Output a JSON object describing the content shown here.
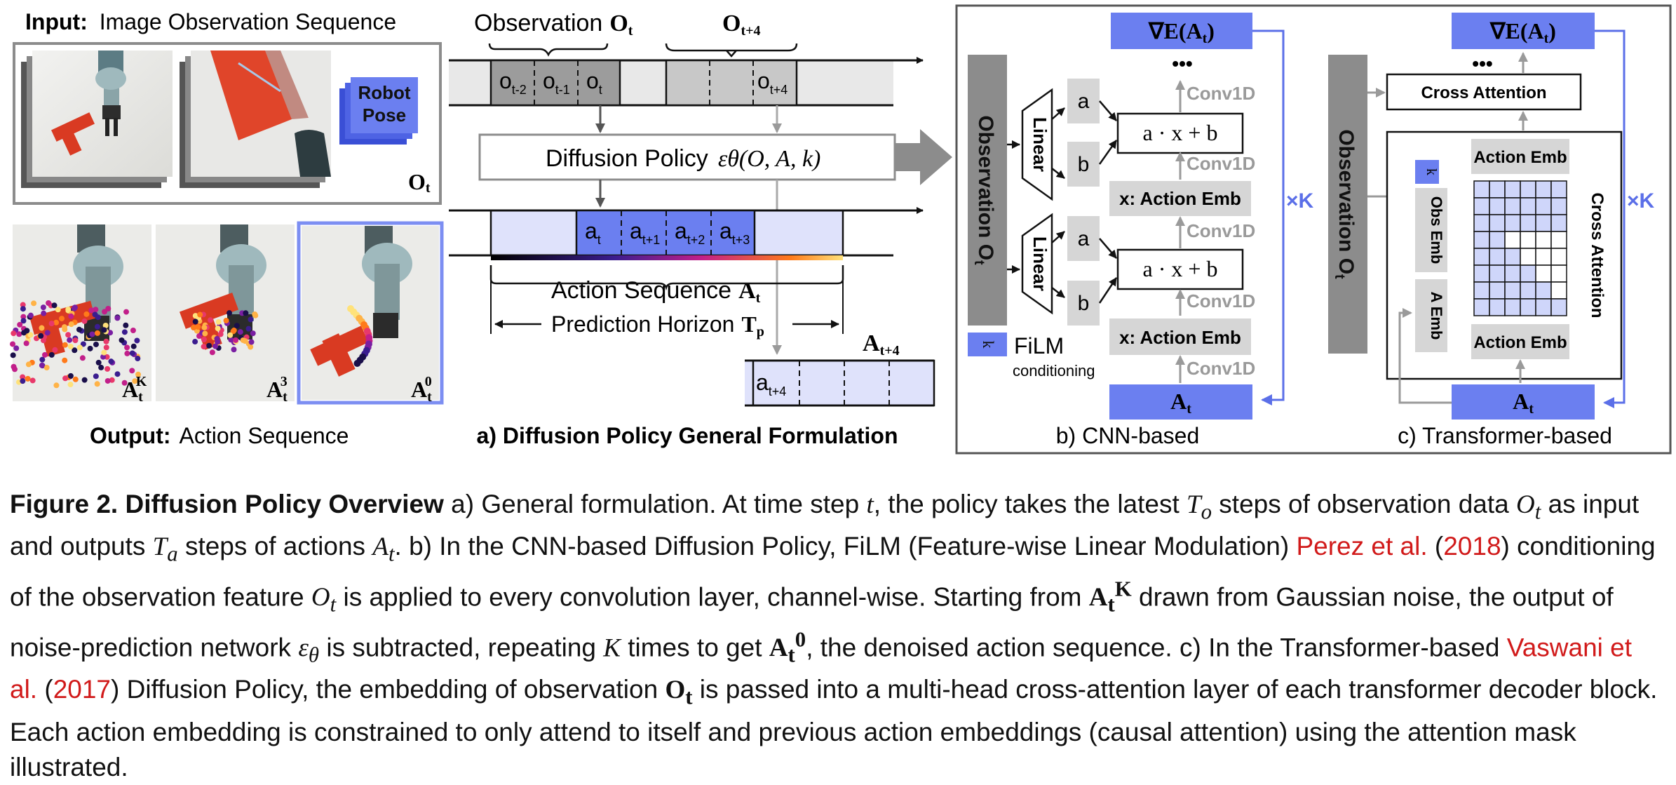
{
  "left": {
    "input_label_bold": "Input:",
    "input_label_rest": "Image Observation Sequence",
    "robot_pose": [
      "Robot",
      "Pose"
    ],
    "obs_symbol": "O",
    "obs_sub": "t",
    "output_label_bold": "Output:",
    "output_label_rest": "Action Sequence",
    "noise_labels": [
      {
        "base": "A",
        "sub": "t",
        "sup": "K"
      },
      {
        "base": "A",
        "sub": "t",
        "sup": "3"
      },
      {
        "base": "A",
        "sub": "t",
        "sup": "0"
      }
    ]
  },
  "panel_a": {
    "observation_label": "Observation",
    "obs_sym": "O",
    "obs_sub": "t",
    "obs_future_sub": "t+4",
    "obs_cells": [
      {
        "base": "o",
        "sub": "t-2"
      },
      {
        "base": "o",
        "sub": "t-1"
      },
      {
        "base": "o",
        "sub": "t"
      }
    ],
    "obs_future_cell": {
      "base": "o",
      "sub": "t+4"
    },
    "policy_label": "Diffusion Policy",
    "policy_formula": "εθ(O, A, k)",
    "action_cells": [
      {
        "base": "a",
        "sub": "t"
      },
      {
        "base": "a",
        "sub": "t+1"
      },
      {
        "base": "a",
        "sub": "t+2"
      },
      {
        "base": "a",
        "sub": "t+3"
      }
    ],
    "action_seq_label": "Action Sequence",
    "action_seq_sym": "A",
    "action_seq_sub": "t",
    "horizon_label": "Prediction Horizon",
    "horizon_sym": "T",
    "horizon_sub": "p",
    "next_action_cell": {
      "base": "a",
      "sub": "t+4"
    },
    "next_action_sym": "A",
    "next_action_sub": "t+4",
    "title": "a) Diffusion Policy General Formulation"
  },
  "panel_b": {
    "grad_label": "∇E(A",
    "grad_sub": "t",
    "observation_label": "Observation O",
    "observation_sub": "t",
    "linear": "Linear",
    "a": "a",
    "b": "b",
    "affine": "a · x + b",
    "conv": "Conv1D",
    "action_emb": "x: Action Emb",
    "k": "k",
    "film": "FiLM",
    "conditioning": "conditioning",
    "times_k": "×K",
    "at": "A",
    "at_sub": "t",
    "dots": "•••",
    "title": "b) CNN-based"
  },
  "panel_c": {
    "grad_label": "∇E(A",
    "grad_sub": "t",
    "cross_attention": "Cross Attention",
    "observation_label": "Observation O",
    "observation_sub": "t",
    "k": "k",
    "obs_emb": "Obs Emb",
    "a_emb": "A Emb",
    "action_emb": "Action Emb",
    "cross_attention_vertical": "Cross Attention",
    "times_k": "×K",
    "at": "A",
    "at_sub": "t",
    "dots": "•••",
    "title": "c) Transformer-based"
  },
  "caption": {
    "label": "Figure 2.",
    "heading": "Diffusion Policy Overview",
    "ref1_author": "Perez et al.",
    "ref1_year": "2018",
    "ref2_author": "Vaswani et al.",
    "ref2_year": "2017"
  },
  "colors": {
    "blue": "#6b7ff0",
    "light_blue": "#cfd6fa",
    "gray_box": "#8c8c8c",
    "light_gray": "#d6d6d6",
    "ref_red": "#d11a1a"
  }
}
